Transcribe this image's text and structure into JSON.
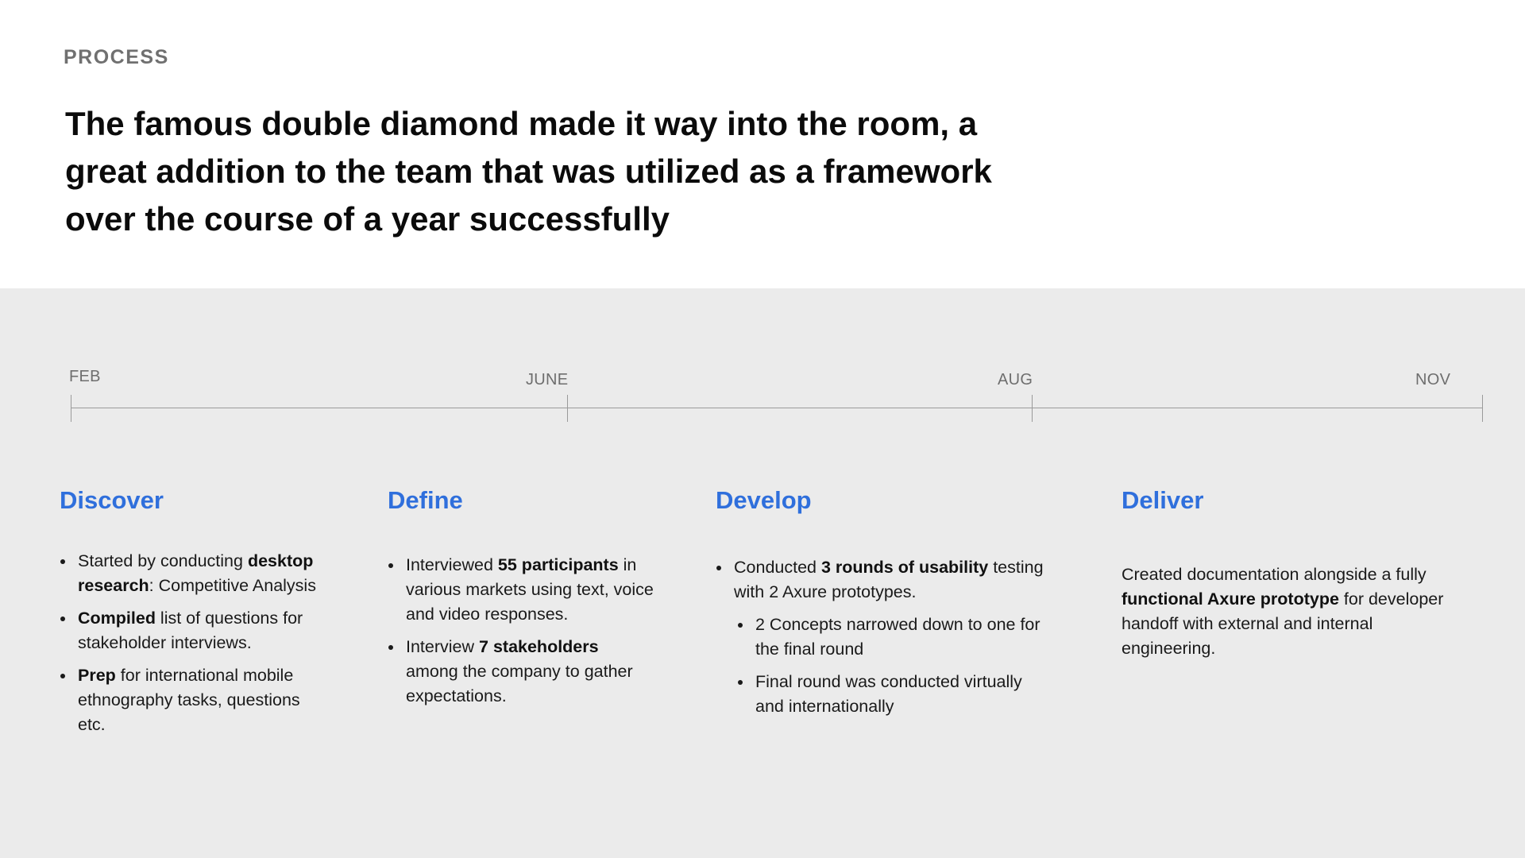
{
  "header": {
    "eyebrow": "PROCESS",
    "headline": "The famous double diamond made it way into the room, a great addition to the team that was utilized as a framework over the course of a year successfully"
  },
  "timeline": {
    "labels": [
      "FEB",
      "JUNE",
      "AUG",
      "NOV"
    ]
  },
  "phases": [
    {
      "title": "Discover",
      "items": [
        {
          "parts": [
            "Started by conducting ",
            "desktop research",
            ": Competitive Analysis"
          ]
        },
        {
          "parts": [
            "",
            "Compiled",
            " list of questions for stakeholder interviews."
          ]
        },
        {
          "parts": [
            "",
            "Prep",
            " for international mobile ethnography tasks, questions etc."
          ]
        }
      ]
    },
    {
      "title": "Define",
      "items": [
        {
          "parts": [
            "Interviewed ",
            "55 participants",
            " in various markets using text, voice and video responses."
          ]
        },
        {
          "parts": [
            "Interview ",
            "7 stakeholders",
            " among the company to gather expectations."
          ]
        }
      ]
    },
    {
      "title": "Develop",
      "items": [
        {
          "parts": [
            "Conducted ",
            "3 rounds of usability",
            " testing with 2 Axure prototypes."
          ],
          "sub": [
            "2 Concepts narrowed down to one for the final round",
            "Final round was conducted virtually and internationally"
          ]
        }
      ]
    },
    {
      "title": "Deliver",
      "parts": [
        "Created documentation alongside a fully ",
        "functional Axure prototype",
        " for developer handoff with external and internal engineering."
      ]
    }
  ],
  "colors": {
    "accent": "#2f6fdc",
    "panel_bg": "#ebebeb",
    "label_gray": "#707070"
  }
}
